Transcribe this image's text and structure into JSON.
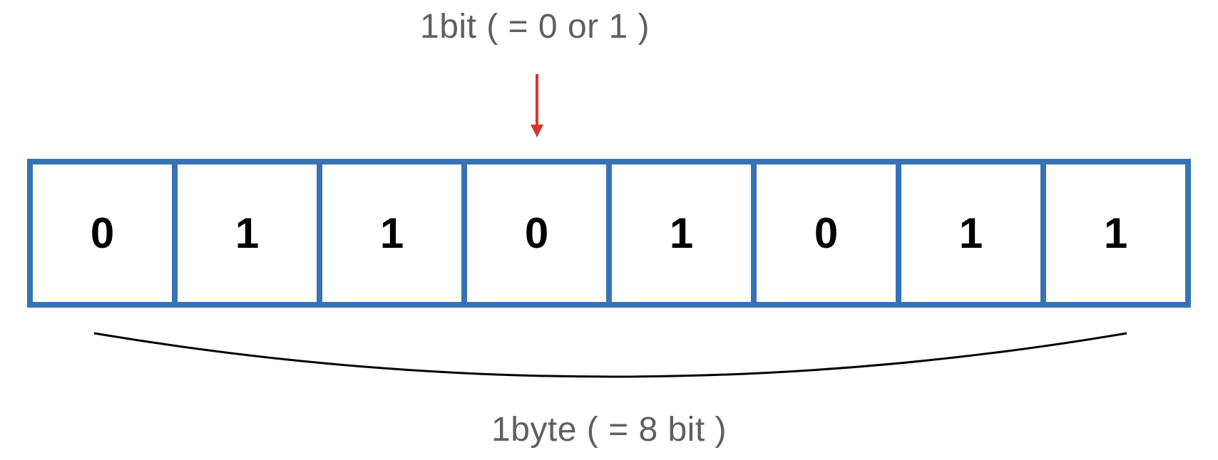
{
  "bit_label": "1bit ( = 0 or 1 )",
  "byte_label": "1byte ( = 8 bit )",
  "bits": [
    "0",
    "1",
    "1",
    "0",
    "1",
    "0",
    "1",
    "1"
  ],
  "colors": {
    "cell_border": "#3573b5",
    "arrow": "#d0392b",
    "label_text": "#5f5f5f",
    "bit_text": "#000000",
    "brace": "#000000"
  },
  "icons": {
    "arrow": "down-arrow-icon",
    "brace": "curly-brace-icon"
  }
}
